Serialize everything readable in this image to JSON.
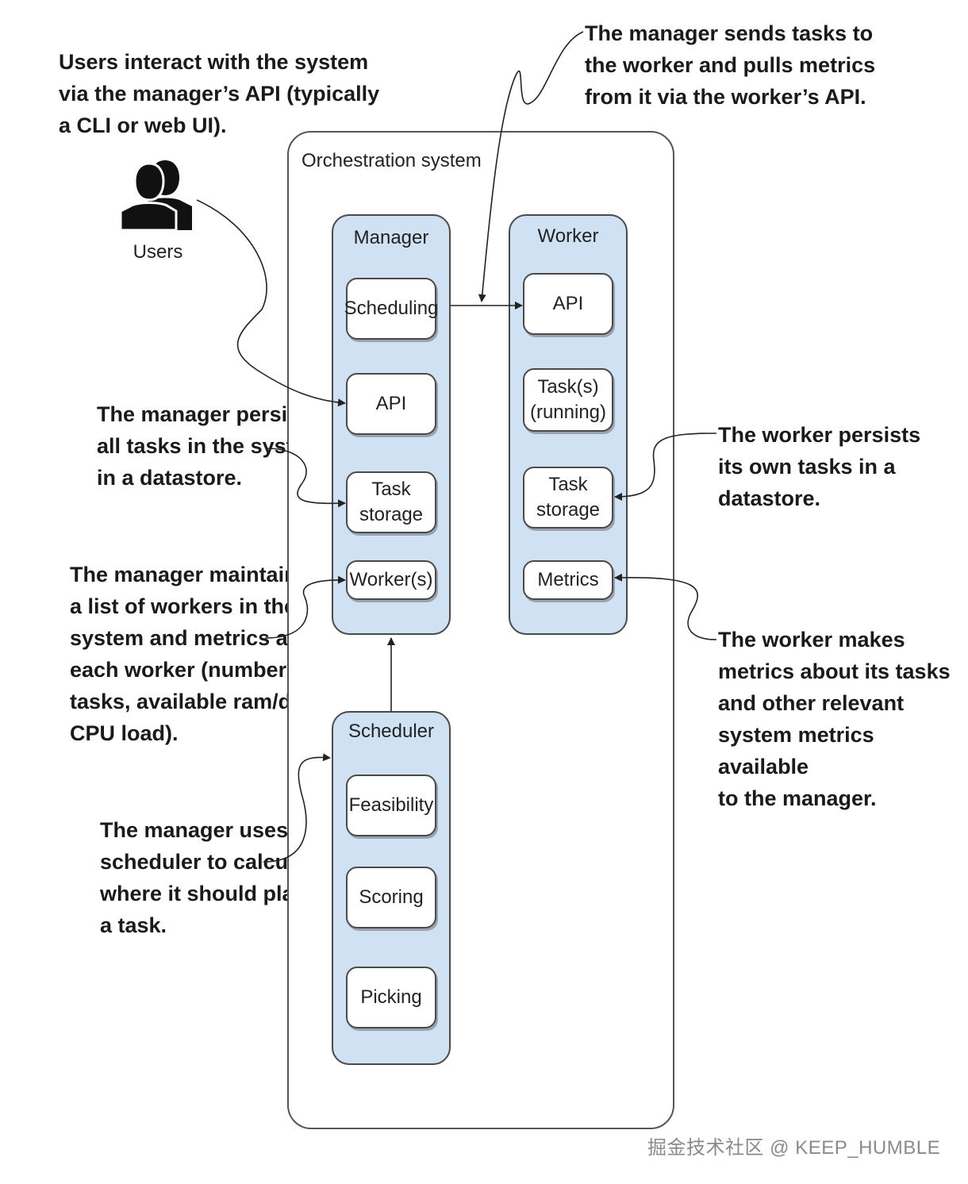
{
  "notes": {
    "users_api": "Users interact with the system\nvia the manager’s API (typically\na CLI or web UI).",
    "manager_sends": "The manager sends tasks to\nthe worker and pulls metrics\nfrom it via the worker’s API.",
    "manager_persists": "The manager persists\nall tasks in the system\nin a datastore.",
    "manager_maintains": "The manager maintains\na list of workers in the\nsystem and metrics about\neach worker (number of\ntasks, available ram/disk,\nCPU load).",
    "manager_scheduler": "The manager uses a\nscheduler to calculate\nwhere it should place\na task.",
    "worker_persists": "The worker persists\nits own tasks in a\ndatastore.",
    "worker_metrics": "The worker makes\nmetrics about its tasks\nand other relevant\nsystem metrics available\nto the manager."
  },
  "users": {
    "label": "Users",
    "icon": "users-icon"
  },
  "system": {
    "title": "Orchestration system"
  },
  "manager": {
    "title": "Manager",
    "items": [
      "Scheduling",
      "API",
      "Task\nstorage",
      "Worker(s)"
    ]
  },
  "worker": {
    "title": "Worker",
    "items": [
      "API",
      "Task(s)\n(running)",
      "Task\nstorage",
      "Metrics"
    ]
  },
  "scheduler": {
    "title": "Scheduler",
    "items": [
      "Feasibility",
      "Scoring",
      "Picking"
    ]
  },
  "watermark": "掘金技术社区 @ KEEP_HUMBLE",
  "colors": {
    "panel_fill": "#cfe1f3",
    "stroke": "#4a4a4a"
  }
}
